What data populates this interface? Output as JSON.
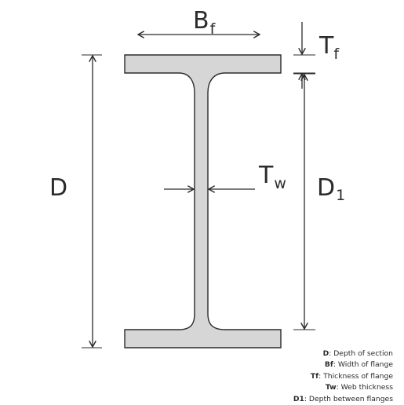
{
  "labels": {
    "bf_main": "B",
    "bf_sub": "f",
    "tf_main": "T",
    "tf_sub": "f",
    "tw_main": "T",
    "tw_sub": "w",
    "d": "D",
    "d1_main": "D",
    "d1_sub": "1"
  },
  "legend": [
    {
      "key": "D",
      "desc": ": Depth of section"
    },
    {
      "key": "Bf",
      "desc": ": Width of flange"
    },
    {
      "key": "Tf",
      "desc": ": Thickness of flange"
    },
    {
      "key": "Tw",
      "desc": ": Web thickness"
    },
    {
      "key": "D1",
      "desc": ": Depth between flanges"
    }
  ],
  "colors": {
    "section_fill": "#d6d6d6",
    "line": "#2b2b2b"
  }
}
